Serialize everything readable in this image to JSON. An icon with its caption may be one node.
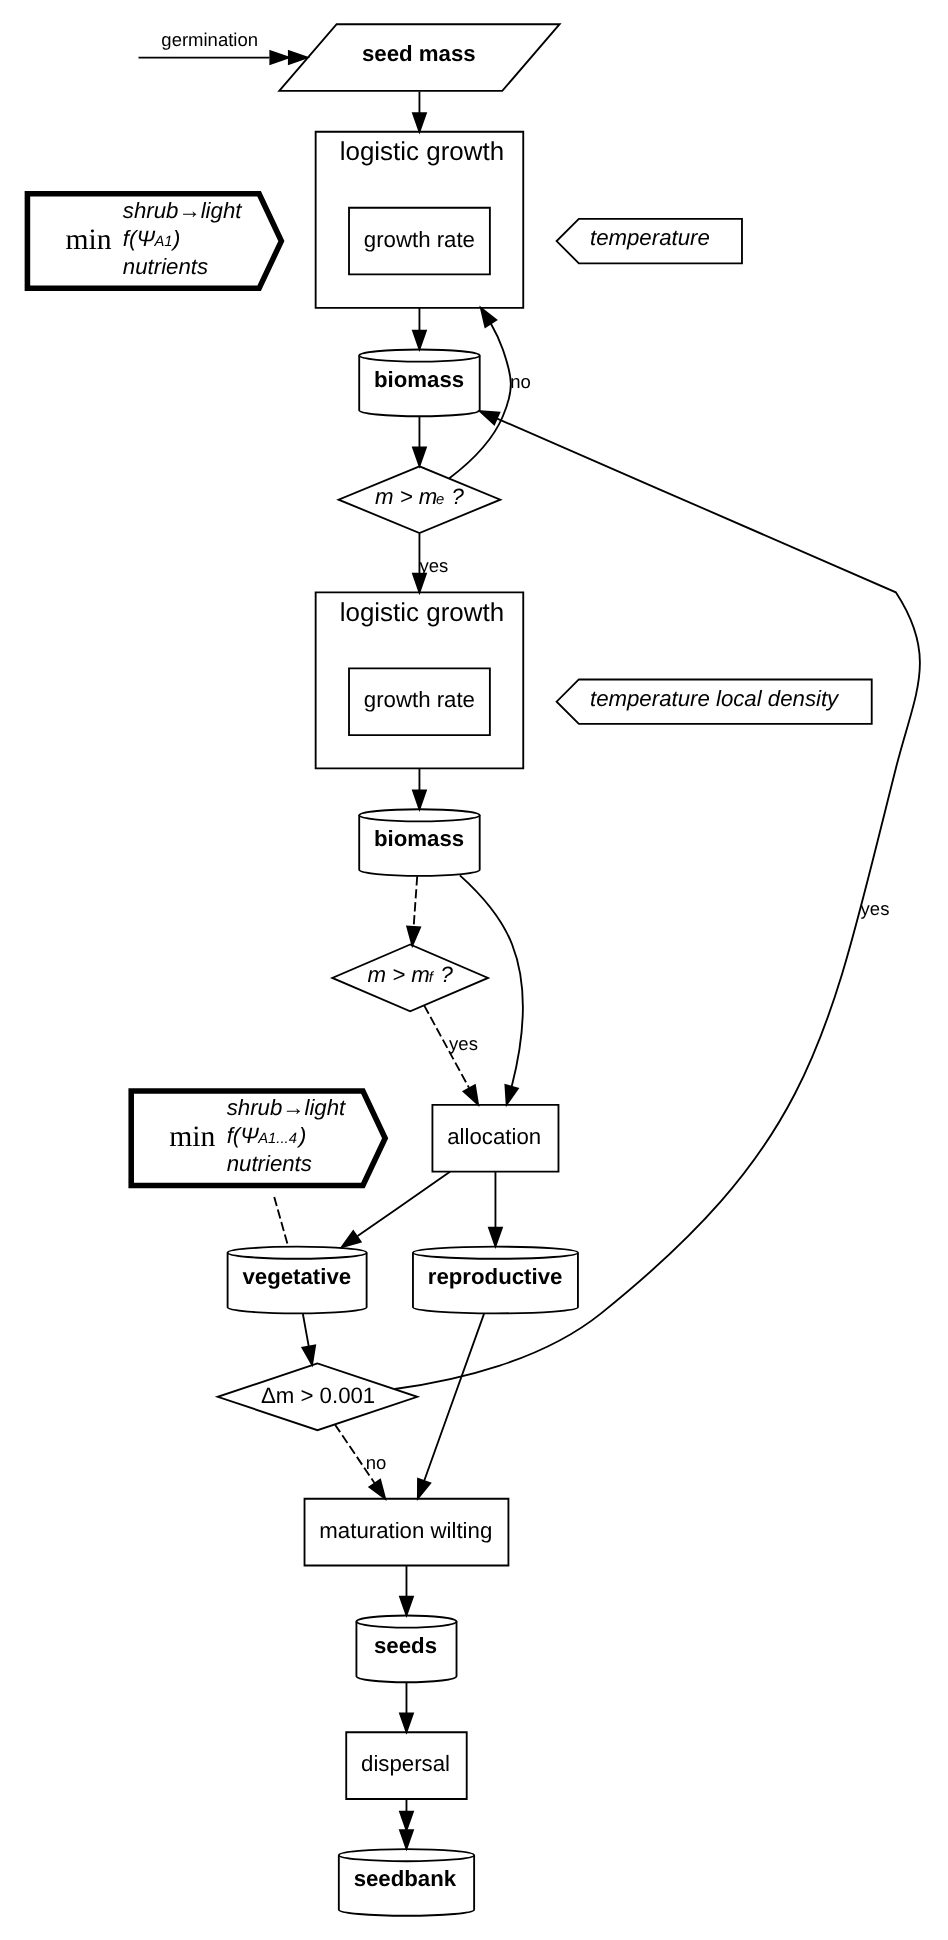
{
  "diagram": {
    "nodes": [
      {
        "text": [
          "seed mass"
        ]
      },
      {
        "text": [
          "logistic growth"
        ]
      },
      {
        "text": [
          "growth rate"
        ],
        "in": 1
      },
      {
        "text": [
          "min",
          "shrub→light",
          "f(Ψ$_{A1}$)",
          "nutrients"
        ]
      },
      {
        "text": [
          "temperature"
        ]
      },
      {
        "text": [
          "biomass"
        ]
      },
      {
        "text": [
          "m > m$_{e}$ ?"
        ]
      },
      {
        "text": [
          "logistic growth"
        ]
      },
      {
        "text": [
          "growth rate"
        ],
        "in": 7
      },
      {
        "text": [
          "min",
          "shrub→light",
          "f(Ψ$_{A1...4}$)",
          "nutrients"
        ]
      },
      {
        "text": [
          "temperature local density"
        ]
      },
      {
        "text": [
          "biomass"
        ]
      },
      {
        "text": [
          "m > m$_{f}$ ?"
        ]
      },
      {
        "text": [
          "allocation"
        ]
      },
      {
        "text": [
          "vegetative"
        ]
      },
      {
        "text": [
          "reproductive"
        ]
      },
      {
        "text": [
          "Δm > 0.001"
        ]
      },
      {
        "text": [
          "maturation wilting"
        ]
      },
      {
        "text": [
          "seeds"
        ]
      },
      {
        "text": [
          "dispersal"
        ]
      },
      {
        "text": [
          "seedbank"
        ]
      }
    ],
    "edges": [
      {
        "from": null,
        "to": 0,
        "arrow": "to",
        "label": "germination"
      },
      {
        "from": 0,
        "to": 1,
        "arrow": "to"
      },
      {
        "from": 1,
        "to": 5,
        "arrow": "to"
      },
      {
        "from": 5,
        "to": 6,
        "arrow": "to"
      },
      {
        "from": 6,
        "to": 1,
        "arrow": "to",
        "label": "no"
      },
      {
        "from": 6,
        "to": 7,
        "arrow": "to",
        "label": "yes"
      },
      {
        "from": 7,
        "to": 11,
        "arrow": "to"
      },
      {
        "from": 11,
        "to": 12,
        "arrow": "to",
        "style": "dashed"
      },
      {
        "from": 12,
        "to": 13,
        "arrow": "to",
        "label": "yes",
        "style": "dashed"
      },
      {
        "from": 11,
        "to": 13,
        "arrow": "to"
      },
      {
        "from": 13,
        "to": 14,
        "arrow": "to"
      },
      {
        "from": 13,
        "to": 15,
        "arrow": "to"
      },
      {
        "from": 9,
        "to": 14,
        "arrow": "none",
        "style": "dashed"
      },
      {
        "from": 14,
        "to": 16,
        "arrow": "to"
      },
      {
        "from": 16,
        "to": 5,
        "arrow": "to",
        "label": "yes"
      },
      {
        "from": 16,
        "to": 17,
        "arrow": "to",
        "label": "no",
        "style": "dashed"
      },
      {
        "from": 15,
        "to": 17,
        "arrow": "to"
      },
      {
        "from": 17,
        "to": 18,
        "arrow": "to"
      },
      {
        "from": 18,
        "to": 19,
        "arrow": "to"
      },
      {
        "from": 19,
        "to": 20,
        "arrow": "to"
      }
    ]
  }
}
